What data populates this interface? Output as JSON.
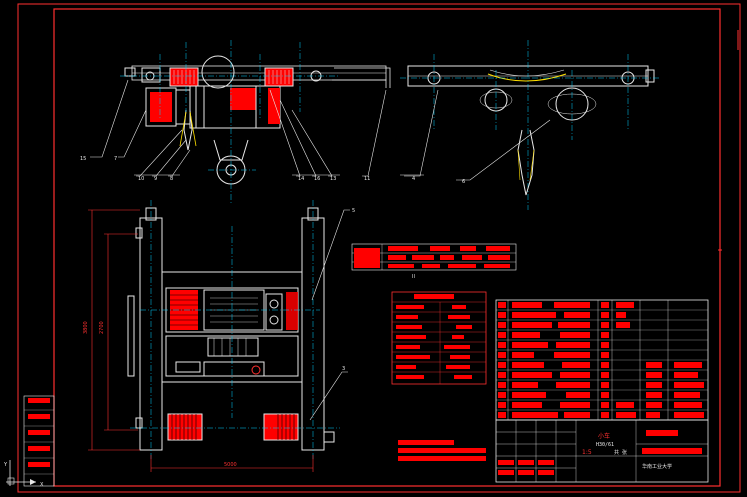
{
  "colors": {
    "background": "#000000",
    "frame": "#ff3030",
    "outline": "#e8e8e8",
    "centerline": "#00d0ff",
    "fill_red": "#ff0000",
    "highlight": "#ffe000"
  },
  "drawing": {
    "leader_labels_top": [
      "15",
      "7",
      "10",
      "9",
      "8",
      "14",
      "16",
      "13",
      "11",
      "4",
      "6"
    ],
    "leader_labels_plan": [
      "5",
      "3"
    ],
    "section_label": "II",
    "dim_height_outer": "3800",
    "dim_height_inner": "2700",
    "dim_width_bottom": "5000"
  },
  "title_block": {
    "product_name": "小车",
    "drawing_code": "H30/61",
    "scale": "1:5",
    "sheet": "共 张",
    "school_note": "华南工业大学"
  },
  "ucs_icon": {
    "x_label": "X",
    "y_label": "Y"
  }
}
